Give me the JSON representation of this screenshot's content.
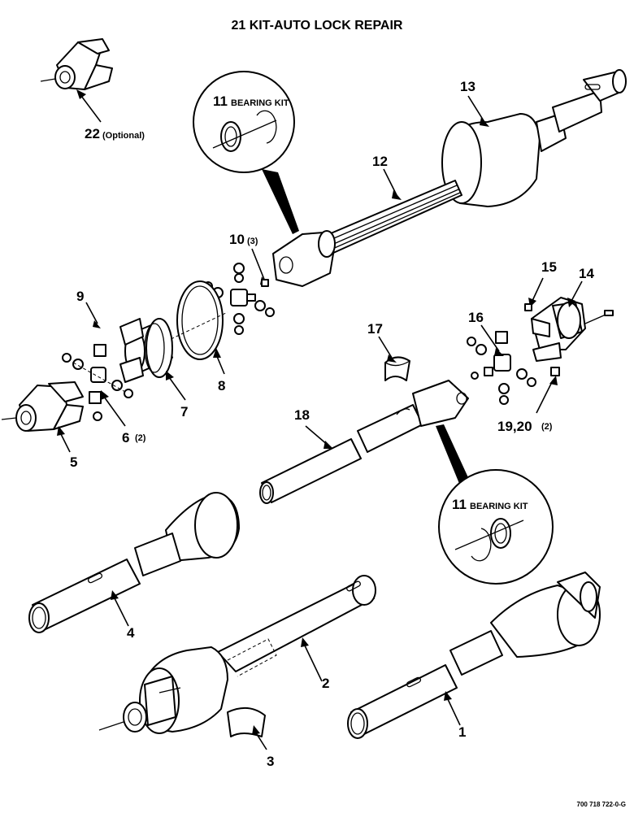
{
  "title": "21 KIT-AUTO LOCK REPAIR",
  "labels": {
    "p1": "1",
    "p2": "2",
    "p3": "3",
    "p4": "4",
    "p5": "5",
    "p6": "6",
    "p6_qty": "(2)",
    "p7": "7",
    "p8": "8",
    "p9": "9",
    "p10": "10",
    "p10_qty": "(3)",
    "p11_num": "11",
    "p11_text": "BEARING KIT",
    "p12": "12",
    "p13": "13",
    "p14": "14",
    "p15": "15",
    "p16": "16",
    "p17": "17",
    "p18": "18",
    "p1920": "19,20",
    "p1920_qty": "(2)",
    "p22": "22",
    "p22_note": "(Optional)"
  },
  "drawing_number": "700 718 722-0-G"
}
